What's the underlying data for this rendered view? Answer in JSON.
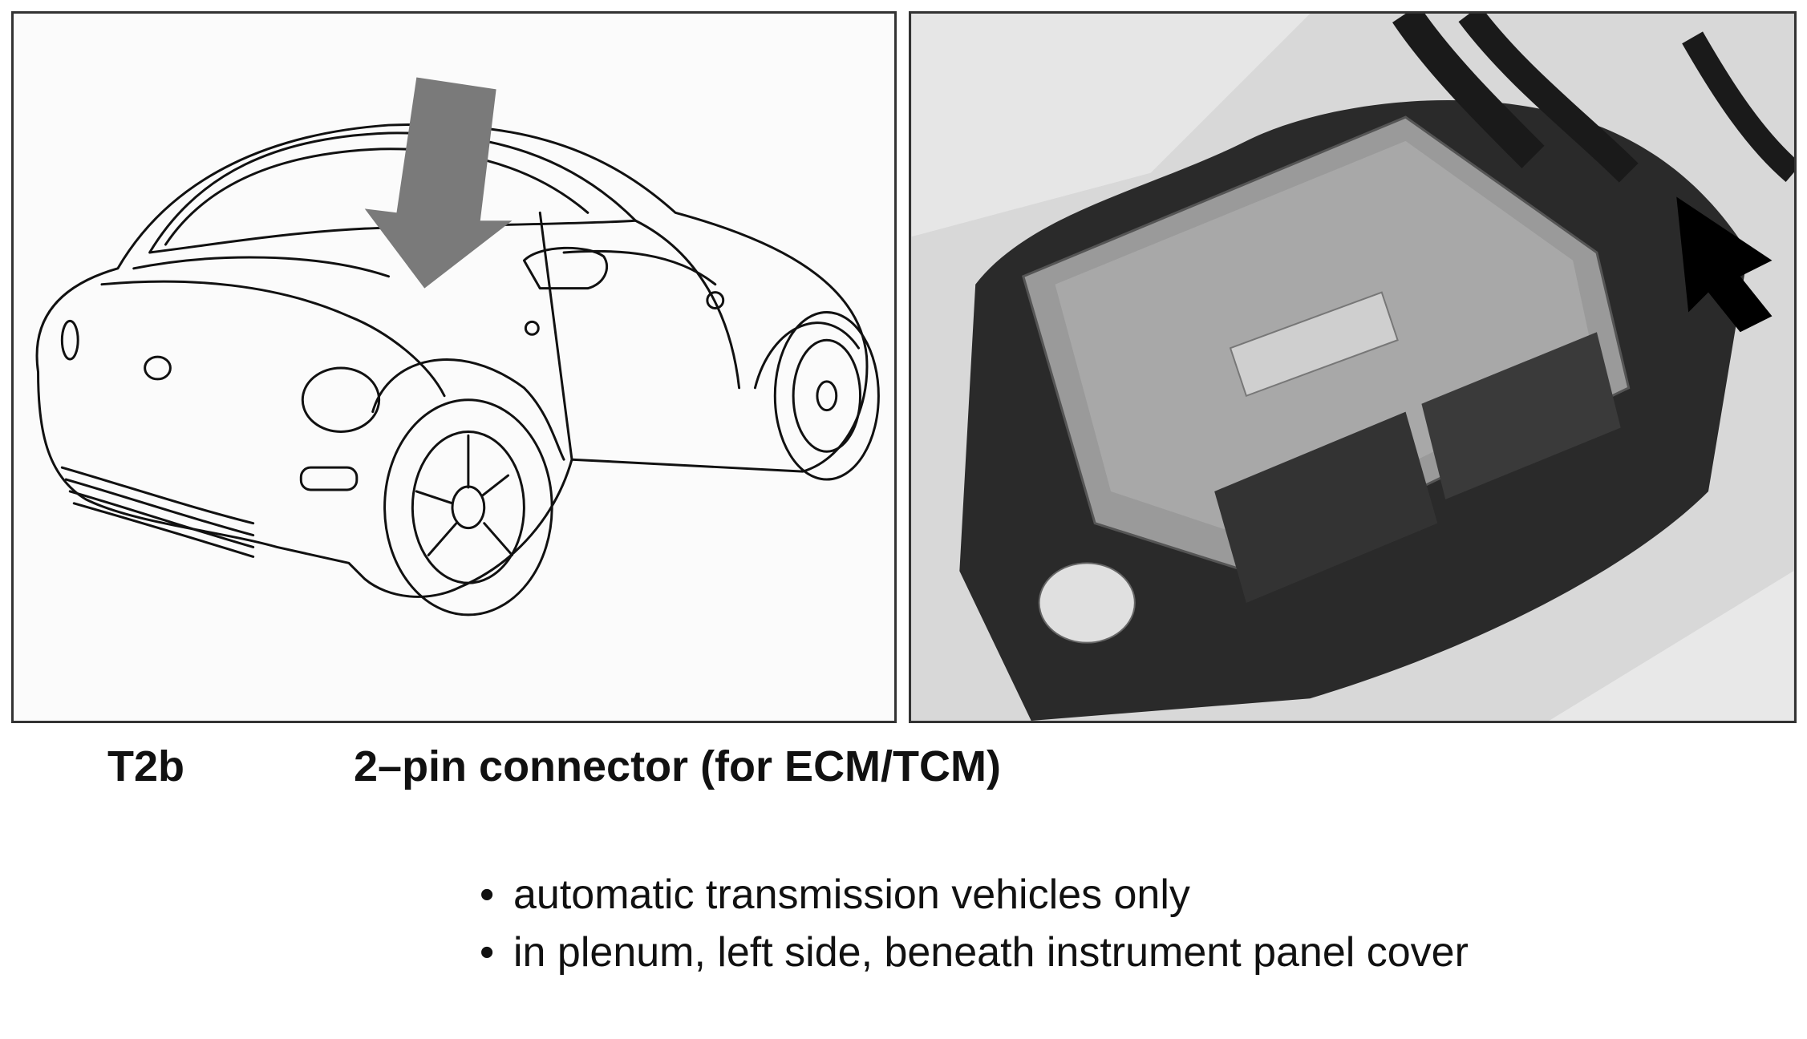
{
  "figure": {
    "left_image": "line-drawing-car",
    "right_image": "photo-ecm-module",
    "arrow_color_left": "#7a7a7a",
    "arrow_color_right": "#000000"
  },
  "connector": {
    "code": "T2b",
    "title": "2–pin connector (for ECM/TCM)"
  },
  "notes": {
    "bullet_glyph": "•",
    "items": [
      "automatic transmission vehicles only",
      "in plenum, left side, beneath instrument panel cover"
    ]
  }
}
